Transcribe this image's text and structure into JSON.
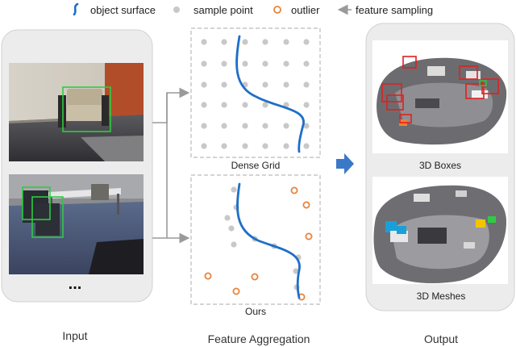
{
  "legend": {
    "object_surface": "object surface",
    "sample_point": "sample point",
    "outlier": "outlier",
    "feature_sampling": "feature sampling"
  },
  "input": {
    "ellipsis": "...",
    "label": "Input"
  },
  "aggregation": {
    "dense_grid_caption": "Dense Grid",
    "ours_caption": "Ours",
    "label": "Feature Aggregation"
  },
  "output": {
    "boxes_caption": "3D Boxes",
    "meshes_caption": "3D Meshes",
    "label": "Output"
  },
  "colors": {
    "surface": "#1f6fc8",
    "sample_point": "#c8c8c8",
    "outlier": "#e8833a",
    "arrow_gray": "#9a9a9a",
    "arrow_blue": "#3a78c8",
    "box_red": "#e02020",
    "box_green": "#2ecc40"
  }
}
